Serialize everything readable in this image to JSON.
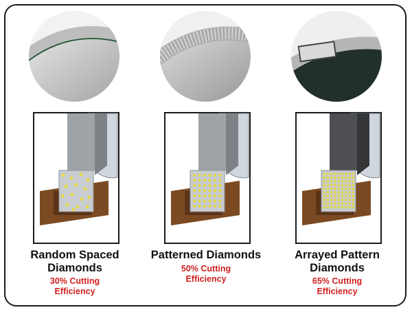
{
  "colors": {
    "frame": "#1a1a1a",
    "title": "#111111",
    "efficiency": "#d11f1f",
    "segment_brown": "#7b4a22",
    "diamond_yellow": "#f3e84a"
  },
  "panels": [
    {
      "id": "random",
      "title_line1": "Random Spaced",
      "title_line2": "Diamonds",
      "efficiency_line1": "30% Cutting",
      "efficiency_line2": "Efficiency",
      "pattern": "random"
    },
    {
      "id": "patterned",
      "title_line1": "Patterned Diamonds",
      "efficiency_line1": "50% Cutting",
      "efficiency_line2": "Efficiency",
      "pattern": "grid"
    },
    {
      "id": "arrayed",
      "title_line1": "Arrayed Pattern",
      "title_line2": "Diamonds",
      "efficiency_line1": "65% Cutting",
      "efficiency_line2": "Efficiency",
      "pattern": "dense-grid"
    }
  ]
}
